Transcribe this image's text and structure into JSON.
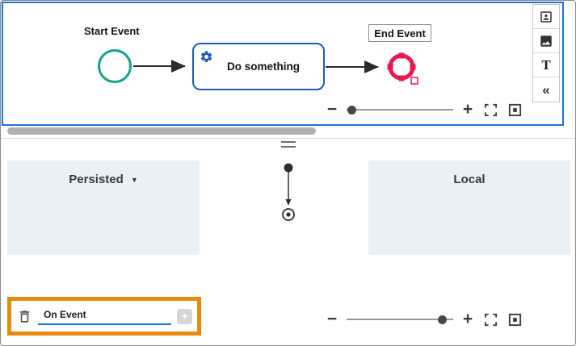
{
  "colors": {
    "selection_blue": "#1e74d6",
    "task_border_blue": "#1b5bbf",
    "start_event_green": "#12a28c",
    "end_event_red": "#e8184f",
    "highlight_orange": "#e88a0d",
    "lane_background_blue": "#e9f1f7",
    "input_underline_blue": "#1a73e8"
  },
  "top_canvas": {
    "start_event_label": "Start Event",
    "task_label": "Do something",
    "end_event_label": "End Event",
    "zoom_out": "−",
    "zoom_in": "+",
    "zoom_fraction": 0.05,
    "palette": {
      "text_tool_label": "T",
      "collapse_label": "«"
    }
  },
  "bottom_panel": {
    "persisted_label": "Persisted",
    "persisted_caret": "▼",
    "local_label": "Local",
    "event_name_value": "On Event",
    "add_button_label": "+",
    "zoom_out": "−",
    "zoom_in": "+",
    "zoom_fraction": 0.9
  }
}
